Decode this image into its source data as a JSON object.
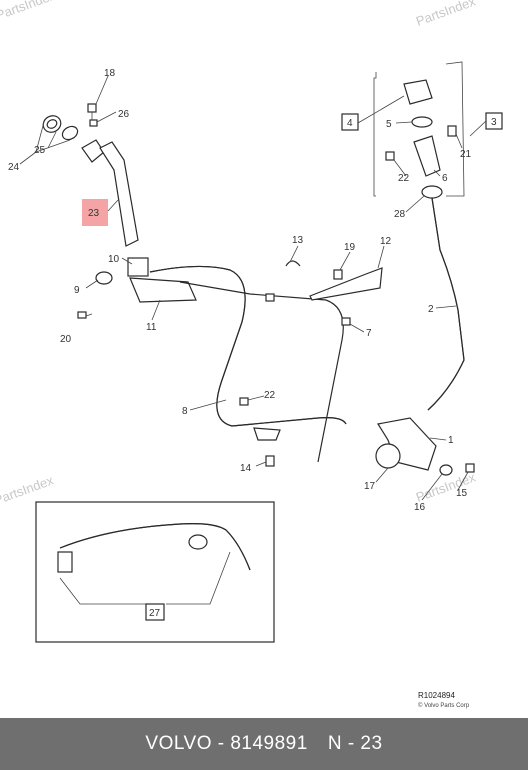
{
  "watermark": "PartsIndex",
  "diagram_ref": "R1024894",
  "copyright": "© Volvo Parts Corp",
  "callouts": {
    "c1": "1",
    "c2": "2",
    "c3": "3",
    "c4": "4",
    "c5": "5",
    "c6": "6",
    "c7": "7",
    "c8": "8",
    "c9": "9",
    "c10": "10",
    "c11": "11",
    "c12": "12",
    "c13": "13",
    "c14": "14",
    "c15": "15",
    "c16": "16",
    "c17": "17",
    "c18": "18",
    "c19": "19",
    "c20": "20",
    "c21": "21",
    "c22a": "22",
    "c22b": "22",
    "c23": "23",
    "c24": "24",
    "c25": "25",
    "c26": "26",
    "c27": "27",
    "c28": "28"
  },
  "footer": {
    "brand_part": "VOLVO - 8149891",
    "code": "N - 23"
  },
  "colors": {
    "highlight": "#f4a4a4",
    "footer_bg": "#6f6f6f"
  }
}
